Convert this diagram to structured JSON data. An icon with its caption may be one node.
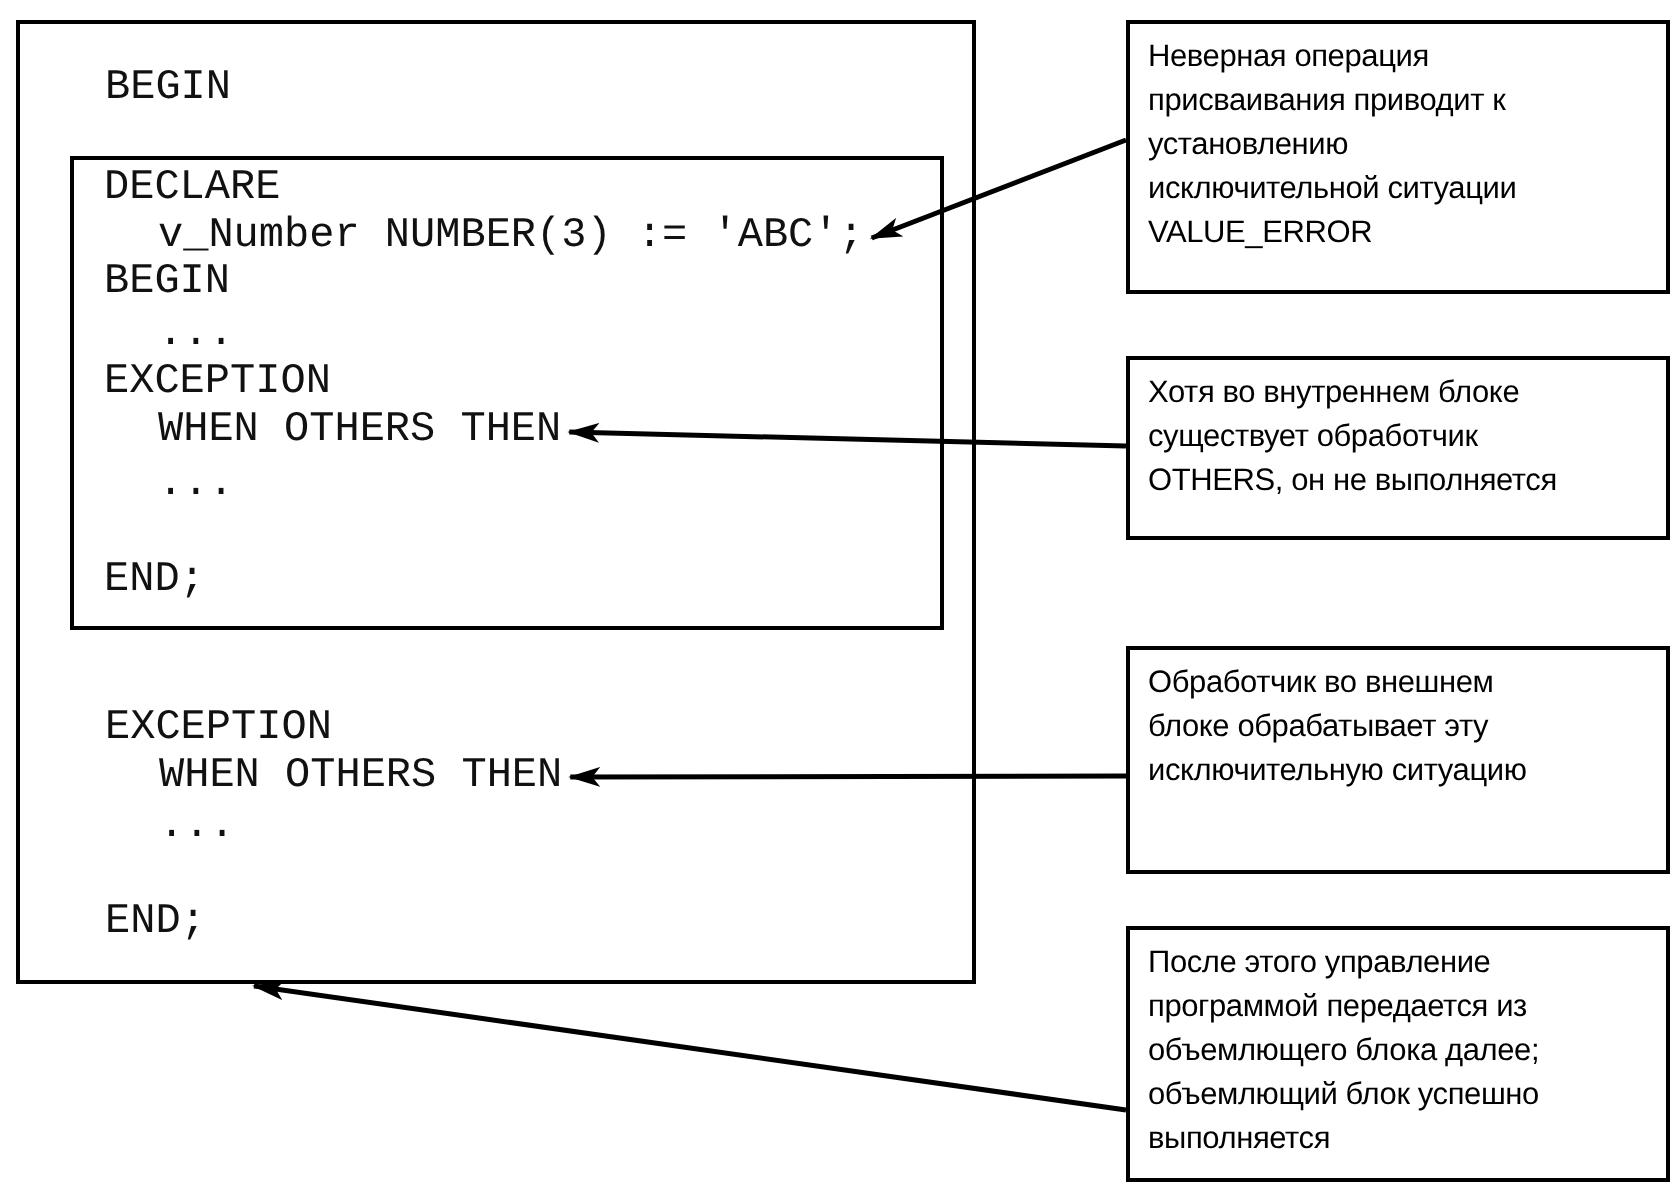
{
  "diagram": {
    "nodes": [
      {
        "text": [
          "BEGIN",
          "EXCEPTION",
          "...",
          "END;"
        ]
      },
      {
        "text": [
          "DECLARE",
          "BEGIN",
          "...",
          "EXCEPTION",
          "...",
          "END;"
        ],
        "in": 0
      },
      {
        "text": [
          "v_Number NUMBER(3) := 'ABC';"
        ],
        "in": 1
      },
      {
        "text": [
          "WHEN OTHERS THEN"
        ],
        "in": 1
      },
      {
        "text": [
          "WHEN OTHERS THEN"
        ],
        "in": 0
      },
      {
        "text": [
          "Неверная операция присваивания приводит к установлению исключительной ситуации VALUE_ERROR"
        ]
      },
      {
        "text": [
          "Хотя во внутреннем блоке существует обработчик OTHERS, он не выполняется"
        ]
      },
      {
        "text": [
          "Обработчик во внешнем блоке обрабатывает эту исключительную ситуацию"
        ]
      },
      {
        "text": [
          "После этого управление программой передается из объемлющего блока далее; объемлющий блок успешно выполняется"
        ]
      }
    ],
    "edges": [
      {
        "from": 5,
        "to": 2,
        "arrow": "to"
      },
      {
        "from": 6,
        "to": 3,
        "arrow": "to"
      },
      {
        "from": 7,
        "to": 4,
        "arrow": "to"
      },
      {
        "from": 8,
        "to": 0,
        "arrow": "to"
      }
    ]
  }
}
